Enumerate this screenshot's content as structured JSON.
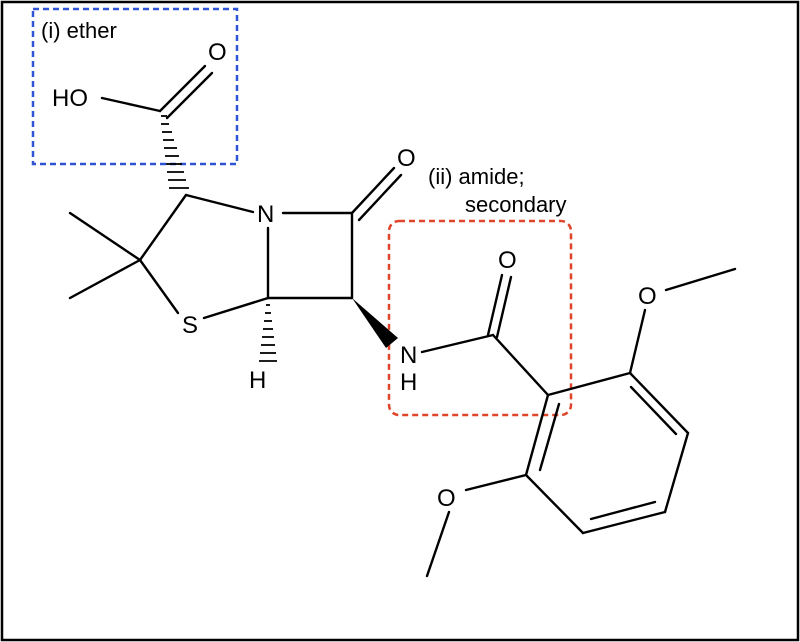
{
  "annotations": {
    "box_i": {
      "label": "(i) ether",
      "color": "#2f55d4"
    },
    "box_ii": {
      "label_line1": "(ii) amide;",
      "label_line2": "secondary",
      "color": "#e0442a"
    }
  },
  "atoms": {
    "carboxyl_oh": "HO",
    "carboxyl_o": "O",
    "lactam_o": "O",
    "ring_n": "N",
    "ring_s": "S",
    "bridge_h": "H",
    "amide_n": "N",
    "amide_h": "H",
    "amide_o": "O",
    "methoxy_top_o": "O",
    "methoxy_bottom_o": "O"
  }
}
